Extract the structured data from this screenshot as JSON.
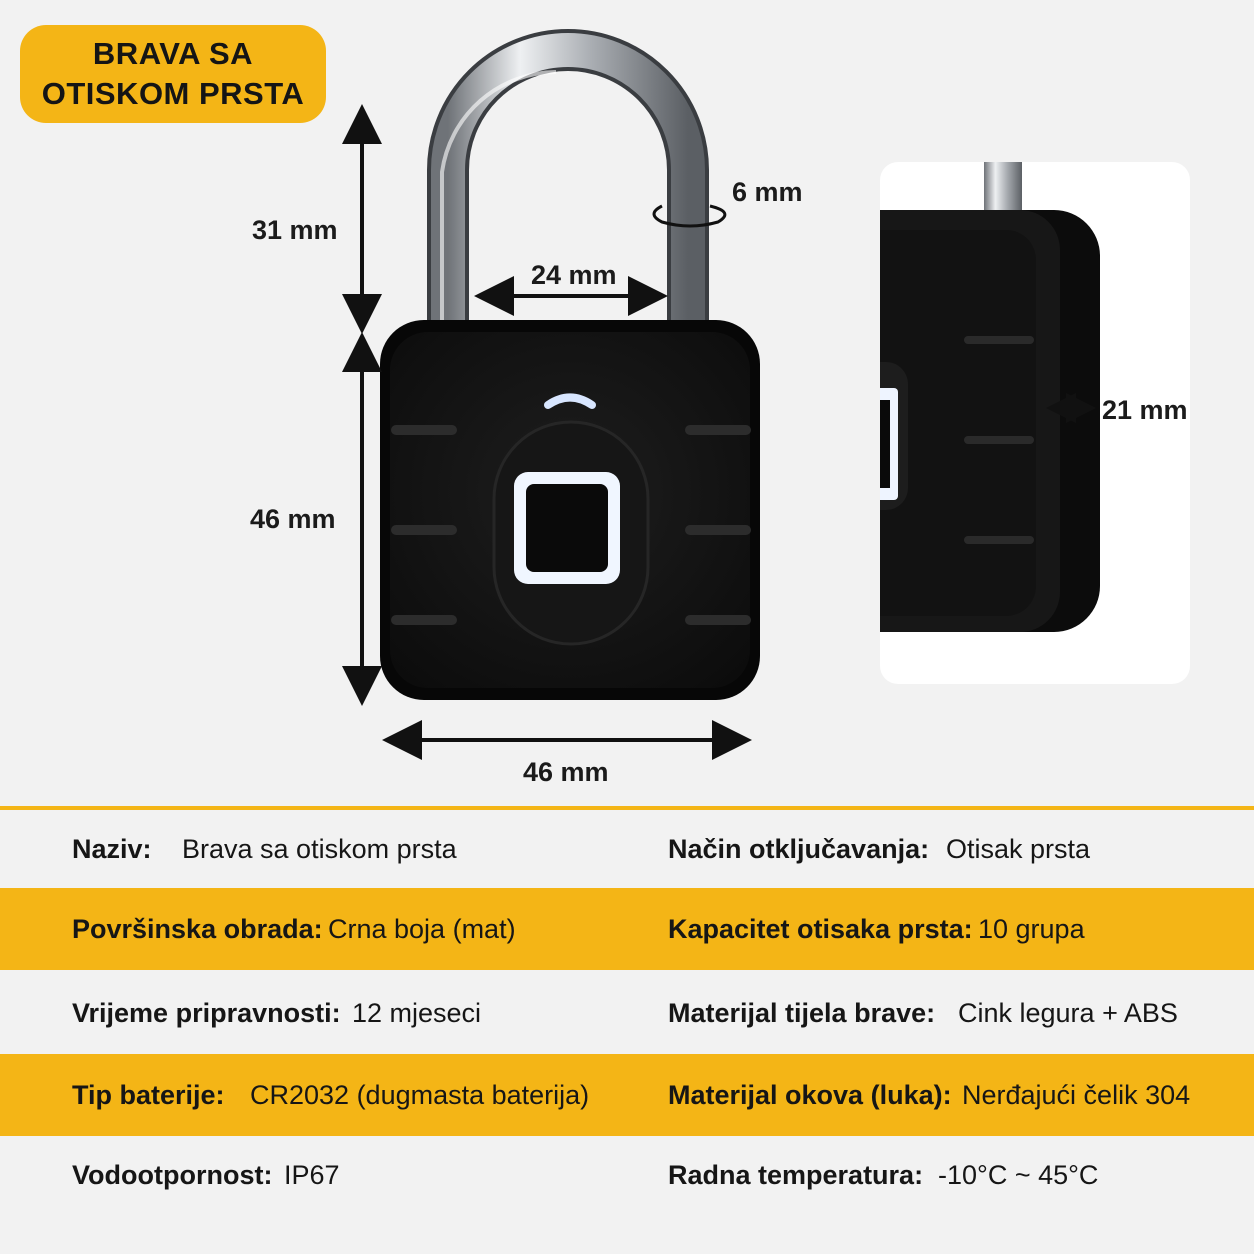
{
  "badge": {
    "line1": "BRAVA SA",
    "line2": "OTISKOM PRSTA"
  },
  "dimensions": {
    "shackle_height": "31 mm",
    "shackle_diameter": "6 mm",
    "shackle_inner_width": "24 mm",
    "body_height": "46 mm",
    "body_width": "46 mm",
    "body_thickness": "21 mm"
  },
  "colors": {
    "accent": "#f4b516",
    "background": "#f2f2f2",
    "lock_body": "#121212",
    "shackle": "#c9ccd0"
  },
  "specs": [
    {
      "left_label": "Naziv:",
      "left_value": "Brava sa otiskom prsta",
      "right_label": "Način otključavanja:",
      "right_value": "Otisak prsta",
      "striped": false
    },
    {
      "left_label": "Površinska obrada:",
      "left_value": "Crna boja (mat)",
      "right_label": "Kapacitet otisaka prsta:",
      "right_value": "10 grupa",
      "striped": true
    },
    {
      "left_label": "Vrijeme pripravnosti:",
      "left_value": "12 mjeseci",
      "right_label": "Materijal tijela brave:",
      "right_value": "Cink legura + ABS",
      "striped": false
    },
    {
      "left_label": "Tip baterije:",
      "left_value": "CR2032 (dugmasta baterija)",
      "right_label": "Materijal okova (luka):",
      "right_value": "Nerđajući čelik 304",
      "striped": true
    },
    {
      "left_label": "Vodootpornost:",
      "left_value": "IP67",
      "right_label": "Radna temperatura:",
      "right_value": "-10°C ~ 45°C",
      "striped": false
    }
  ]
}
